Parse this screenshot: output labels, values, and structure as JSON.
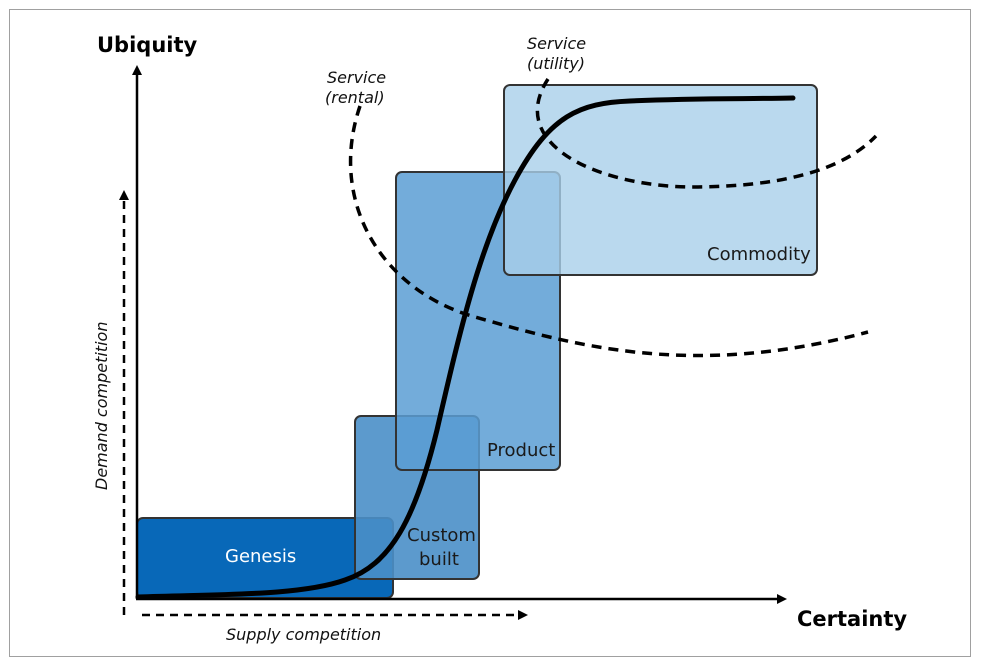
{
  "axes": {
    "y_title": "Ubiquity",
    "x_title": "Certainty",
    "y_competition": "Demand competition",
    "x_competition": "Supply competition"
  },
  "stages": {
    "genesis": "Genesis",
    "custom_line1": "Custom",
    "custom_line2": "built",
    "product": "Product",
    "commodity": "Commodity"
  },
  "services": {
    "rental_line1": "Service",
    "rental_line2": "(rental)",
    "utility_line1": "Service",
    "utility_line2": "(utility)"
  },
  "colors": {
    "genesis": "#0868b8",
    "custom": "#4a8fc8",
    "product": "#5a9ed3",
    "commodity": "#a9cfea",
    "outline": "#333333"
  }
}
